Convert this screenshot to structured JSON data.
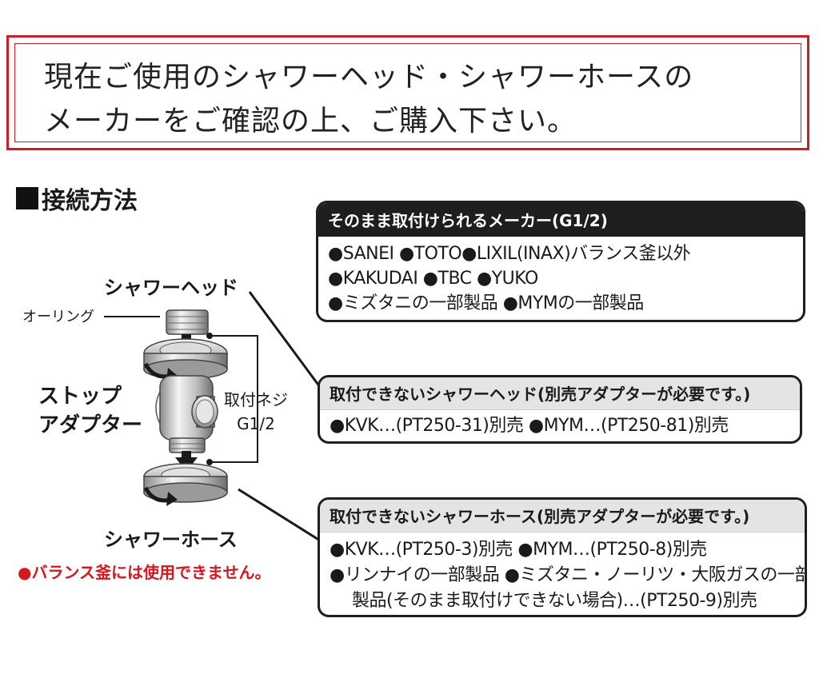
{
  "notice": {
    "line1": "現在ご使用のシャワーヘッド・シャワーホースの",
    "line2": "メーカーをご確認の上、ご購入下さい。"
  },
  "section_title": "接続方法",
  "diagram": {
    "shower_head": "シャワーヘッド",
    "o_ring": "オーリング",
    "stop_adapter_1": "ストップ",
    "stop_adapter_2": "アダプター",
    "screw_1": "取付ネジ",
    "screw_2": "G1/2",
    "shower_hose": "シャワーホース",
    "warning": "●バランス釜には使用できません。"
  },
  "box_direct": {
    "header": "そのまま取付けられるメーカー(G1/2)",
    "rows": [
      "●SANEI ●TOTO●LIXIL(INAX)バランス釜以外",
      "●KAKUDAI ●TBC ●YUKO",
      "●ミズタニの一部製品 ●MYMの一部製品"
    ]
  },
  "box_head": {
    "header": "取付できないシャワーヘッド(別売アダプターが必要です。)",
    "rows": [
      "●KVK…(PT250-31)別売 ●MYM…(PT250-81)別売"
    ]
  },
  "box_hose": {
    "header": "取付できないシャワーホース(別売アダプターが必要です。)",
    "rows": [
      "●KVK…(PT250-3)別売 ●MYM…(PT250-8)別売",
      "●リンナイの一部製品 ●ミズタニ・ノーリツ・大阪ガスの一部",
      "製品(そのまま取付けできない場合)…(PT250-9)別売"
    ]
  },
  "colors": {
    "accent_red": "#c8202a",
    "warning_red": "#d6161f",
    "box_dark": "#1e1e1e",
    "box_gray": "#e4e4e4"
  }
}
